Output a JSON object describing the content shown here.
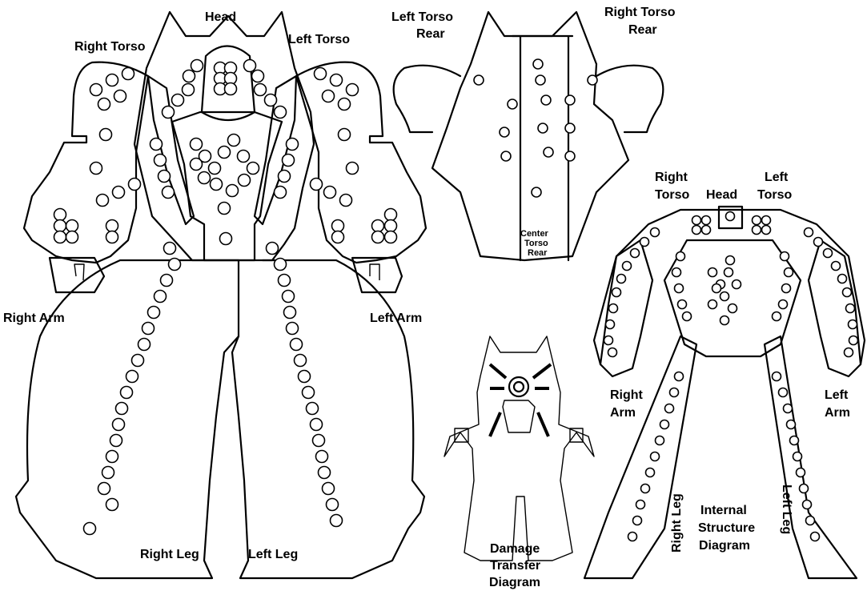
{
  "main_diagram": {
    "labels": {
      "head": "Head",
      "right_torso": "Right Torso",
      "left_torso": "Left Torso",
      "right_arm": "Right Arm",
      "left_arm": "Left Arm",
      "right_leg": "Right Leg",
      "left_leg": "Left Leg"
    }
  },
  "rear_diagram": {
    "labels": {
      "left_torso_rear_1": "Left Torso",
      "left_torso_rear_2": "Rear",
      "right_torso_rear_1": "Right Torso",
      "right_torso_rear_2": "Rear",
      "center_torso_rear_1": "Center",
      "center_torso_rear_2": "Torso",
      "center_torso_rear_3": "Rear"
    }
  },
  "damage_transfer": {
    "title_1": "Damage",
    "title_2": "Transfer",
    "title_3": "Diagram"
  },
  "internal_structure": {
    "labels": {
      "right_torso_1": "Right",
      "right_torso_2": "Torso",
      "head": "Head",
      "left_torso_1": "Left",
      "left_torso_2": "Torso",
      "right_arm_1": "Right",
      "right_arm_2": "Arm",
      "left_arm_1": "Left",
      "left_arm_2": "Arm",
      "right_leg": "Right Leg",
      "left_leg": "Left Leg",
      "title_1": "Internal",
      "title_2": "Structure",
      "title_3": "Diagram"
    }
  }
}
